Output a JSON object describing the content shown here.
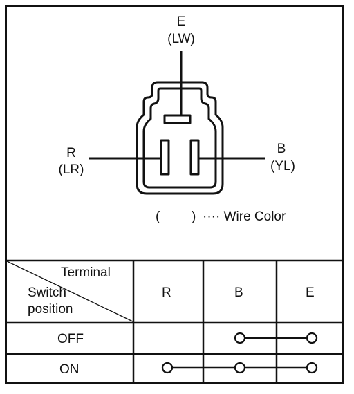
{
  "connector": {
    "terminals": [
      {
        "id": "E",
        "letter": "E",
        "wire": "(LW)"
      },
      {
        "id": "R",
        "letter": "R",
        "wire": "(LR)"
      },
      {
        "id": "B",
        "letter": "B",
        "wire": "(YL)"
      }
    ],
    "legend_open": "(",
    "legend_close": ")",
    "legend_text": "···· Wire Color"
  },
  "table": {
    "corner_top": "Terminal",
    "corner_bottom_1": "Switch",
    "corner_bottom_2": "position",
    "columns": [
      "R",
      "B",
      "E"
    ],
    "rows": [
      {
        "label": "OFF",
        "connected": [
          "B",
          "E"
        ]
      },
      {
        "label": "ON",
        "connected": [
          "R",
          "B",
          "E"
        ]
      }
    ]
  }
}
